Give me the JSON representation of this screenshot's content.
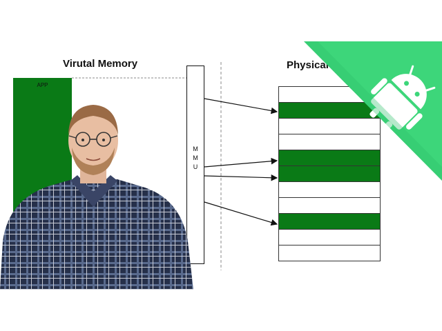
{
  "diagram": {
    "virtual_title": "Virutal Memory",
    "physical_title": "Physical M",
    "app_label": "APP",
    "mmu_letters": [
      "M",
      "M",
      "U"
    ],
    "memory_rows": [
      {
        "used": false
      },
      {
        "used": true
      },
      {
        "used": false
      },
      {
        "used": false
      },
      {
        "used": true
      },
      {
        "used": true
      },
      {
        "used": false
      },
      {
        "used": false
      },
      {
        "used": true
      },
      {
        "used": false
      },
      {
        "used": false
      }
    ]
  },
  "colors": {
    "block_green": "#0a7a16",
    "banner_green": "#3dd67a",
    "shirt_dark": "#26304a"
  },
  "icons": {
    "corner_logo": "android-robot-icon"
  }
}
